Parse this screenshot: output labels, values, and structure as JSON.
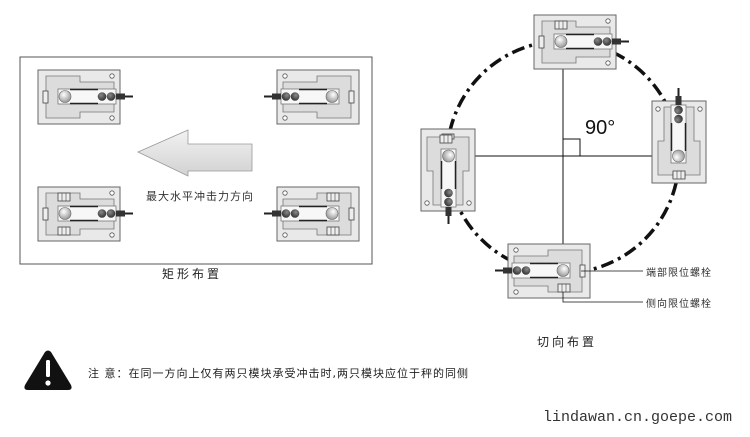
{
  "rect_layout": {
    "title": "矩形布置",
    "arrow_label": "最大水平冲击力方向",
    "module_count": 4
  },
  "tangential_layout": {
    "title": "切向布置",
    "angle_label": "90°",
    "module_count": 4,
    "callouts": {
      "end_bolt": "端部限位螺栓",
      "side_bolt": "侧向限位螺栓"
    }
  },
  "note": {
    "icon": "warning-icon",
    "text": "注 意：在同一方向上仅有两只模块承受冲击时,两只模块应位于秤的同侧"
  },
  "watermark": "lindawan.cn.goepe.com",
  "colors": {
    "module_fill": "#e8e8e8",
    "module_stroke": "#555555",
    "arrow_fill": "#e2e2e2",
    "line": "#111111"
  }
}
